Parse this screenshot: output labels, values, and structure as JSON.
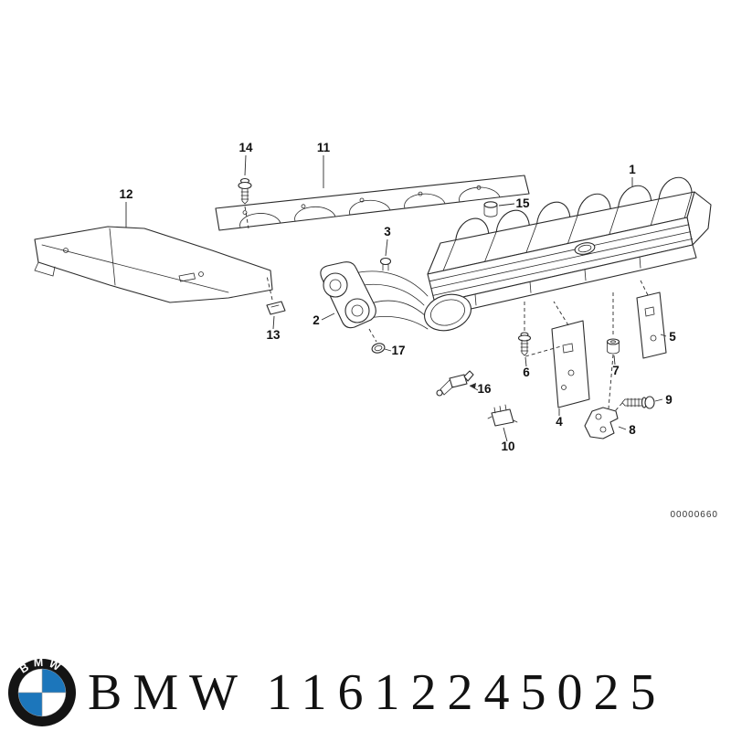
{
  "page": {
    "background": "#ffffff"
  },
  "diagram": {
    "callout_labels": [
      "1",
      "2",
      "3",
      "4",
      "5",
      "6",
      "7",
      "8",
      "9",
      "10",
      "11",
      "12",
      "13",
      "14",
      "15",
      "16",
      "17"
    ],
    "doc_number": "00000660",
    "line_color": "#2b2b2b"
  },
  "footer": {
    "brand": "BMW",
    "part_number": "11612245025",
    "logo": {
      "letters": "BMW",
      "blue": "#1c76bb",
      "ring": "#141414"
    }
  }
}
